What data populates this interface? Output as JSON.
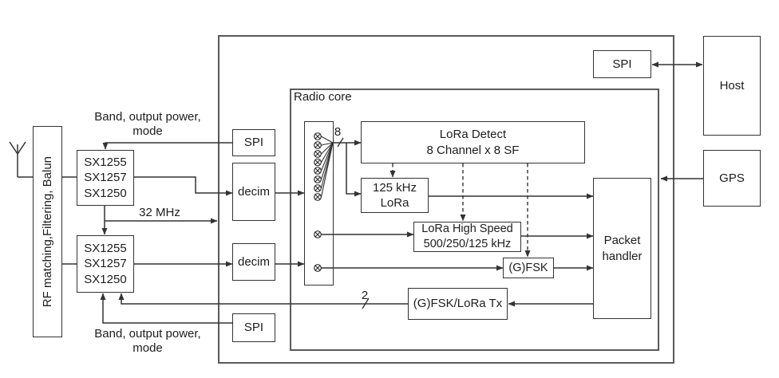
{
  "diagram": {
    "chip_frame": "SX130x-style LoRa baseband concentrator block diagram",
    "radio_core_label": "Radio core"
  },
  "blocks": {
    "rf_frontend": {
      "label": "RF matching,Filtering, Balun"
    },
    "sx_top": {
      "lines": [
        "SX1255",
        "SX1257",
        "SX1250"
      ]
    },
    "sx_bottom": {
      "lines": [
        "SX1255",
        "SX1257",
        "SX1250"
      ]
    },
    "spi_mid": {
      "label": "SPI"
    },
    "spi_bottom": {
      "label": "SPI"
    },
    "spi_host": {
      "label": "SPI"
    },
    "decim_top": {
      "label": "decim"
    },
    "decim_bottom": {
      "label": "decim"
    },
    "lora_detect": {
      "lines": [
        "LoRa Detect",
        "8 Channel x 8 SF"
      ]
    },
    "lora_125": {
      "lines": [
        "125 kHz",
        "LoRa"
      ]
    },
    "lora_hs": {
      "lines": [
        "LoRa High Speed",
        "500/250/125 kHz"
      ]
    },
    "gfsk": {
      "label": "(G)FSK"
    },
    "tx": {
      "label": "(G)FSK/LoRa Tx"
    },
    "packet_handler": {
      "lines": [
        "Packet",
        "handler"
      ]
    },
    "host": {
      "label": "Host"
    },
    "gps": {
      "label": "GPS"
    }
  },
  "labels": {
    "band_top": {
      "line1": "Band, output power,",
      "line2": "mode"
    },
    "band_bottom": {
      "line1": "Band, output power,",
      "line2": "mode"
    },
    "clock": "32 MHz",
    "bus8": "8",
    "bus2": "2"
  },
  "colors": {
    "background": "#ffffff",
    "outer_frame_border": "#5a5a5a",
    "block_border": "#333333",
    "wire": "#333333",
    "text": "#1d1d1d"
  }
}
